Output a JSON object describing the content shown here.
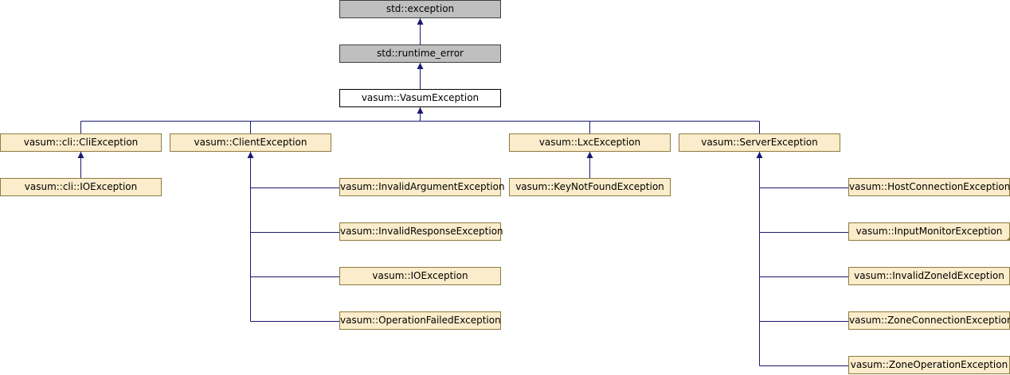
{
  "colors": {
    "edge": "#191970",
    "node_fill": "#fbeccb",
    "node_border": "#8b7b3f",
    "external_fill": "#bfbfbf",
    "current_fill": "#ffffff"
  },
  "nodes": {
    "std_exception": "std::exception",
    "std_runtime_error": "std::runtime_error",
    "vasum_exception": "vasum::VasumException",
    "cli_exception": "vasum::cli::CliException",
    "cli_io_exception": "vasum::cli::IOException",
    "client_exception": "vasum::ClientException",
    "invalid_argument": "vasum::InvalidArgumentException",
    "invalid_response": "vasum::InvalidResponseException",
    "io_exception": "vasum::IOException",
    "operation_failed": "vasum::OperationFailedException",
    "lxc_exception": "vasum::LxcException",
    "key_not_found": "vasum::KeyNotFoundException",
    "server_exception": "vasum::ServerException",
    "host_connection": "vasum::HostConnectionException",
    "input_monitor": "vasum::InputMonitorException",
    "invalid_zone_id": "vasum::InvalidZoneIdException",
    "zone_connection": "vasum::ZoneConnectionException",
    "zone_operation": "vasum::ZoneOperationException"
  }
}
